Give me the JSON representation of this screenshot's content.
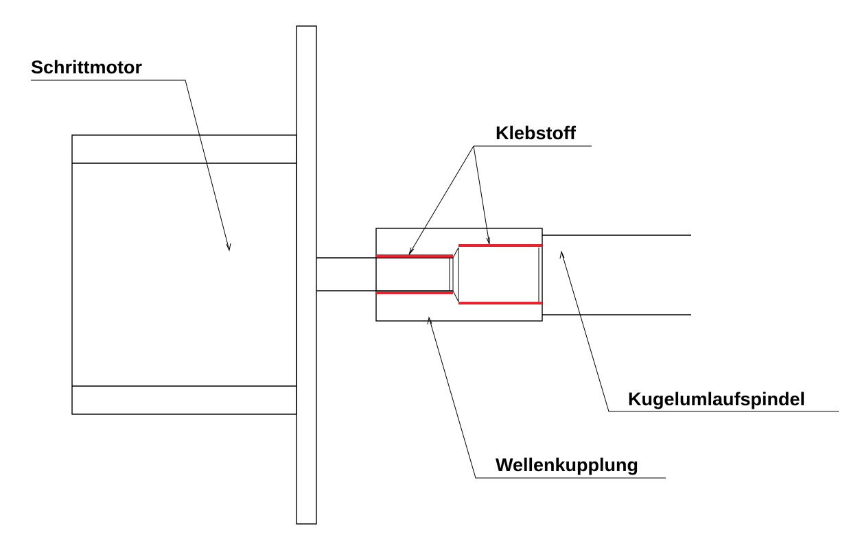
{
  "labels": {
    "motor": "Schrittmotor",
    "glue": "Klebstoff",
    "spindle": "Kugelumlaufspindel",
    "coupling": "Wellenkupplung"
  },
  "colors": {
    "line": "#000000",
    "glue": "#e8232e",
    "background": "#ffffff"
  }
}
